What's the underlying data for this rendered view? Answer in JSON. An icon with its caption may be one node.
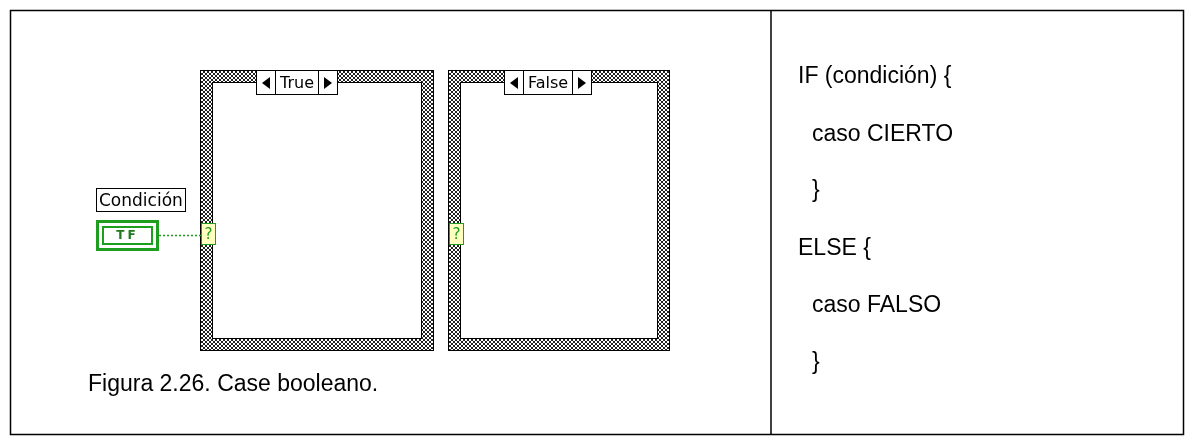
{
  "diagram": {
    "caption": "Figura 2.26.  Case booleano.",
    "nodes": [
      {
        "text": [
          "True"
        ]
      },
      {
        "text": [
          "False"
        ]
      },
      {
        "text": [
          "TF"
        ],
        "beside": [
          "Condición"
        ]
      },
      {
        "text": [
          "?"
        ],
        "in": 0
      },
      {
        "text": [
          "?"
        ],
        "in": 1
      }
    ],
    "edges": [
      {
        "from": 2,
        "to": 3,
        "arrow": "none",
        "style": "dashed",
        "color": "#1e9e1e"
      }
    ],
    "labels": [
      "IF (condición)  {",
      "caso CIERTO",
      "}",
      "ELSE  {",
      "caso FALSO",
      "}"
    ]
  }
}
